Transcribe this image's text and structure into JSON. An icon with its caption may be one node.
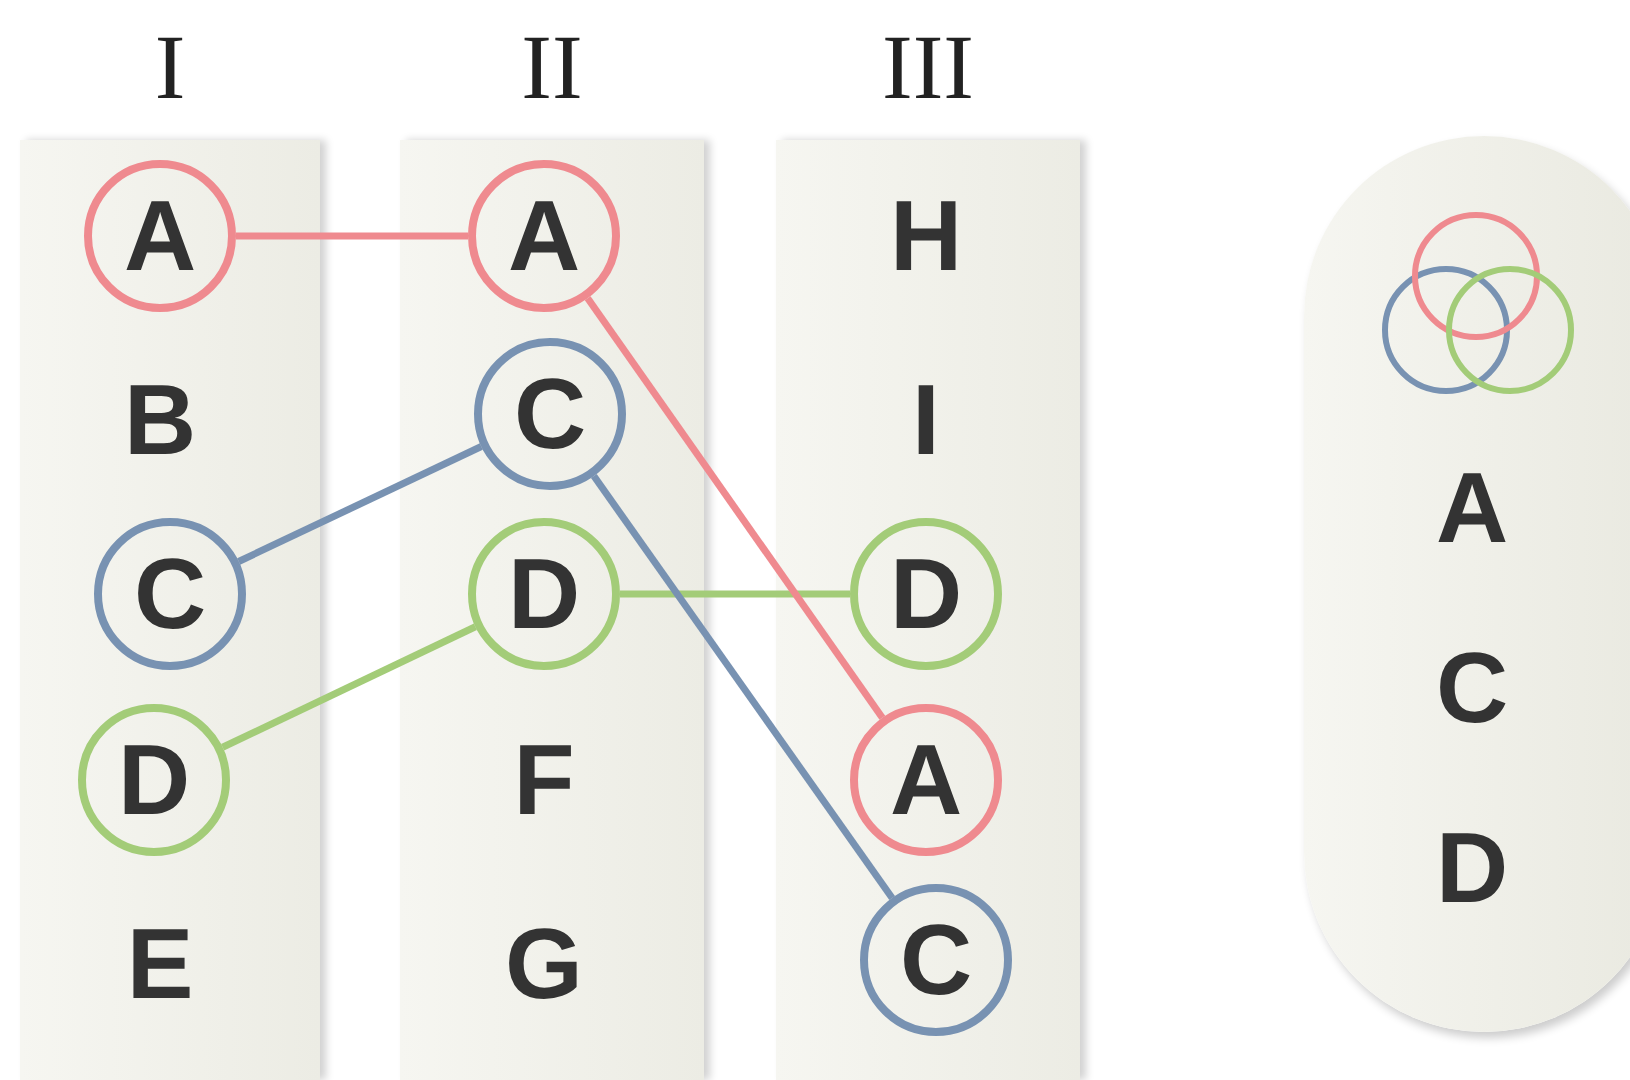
{
  "diagram": {
    "nodes": [
      {
        "text": [
          "I"
        ]
      },
      {
        "text": [
          "A"
        ],
        "in": 0
      },
      {
        "text": [
          "B"
        ],
        "in": 0
      },
      {
        "text": [
          "C"
        ],
        "in": 0
      },
      {
        "text": [
          "D"
        ],
        "in": 0
      },
      {
        "text": [
          "E"
        ],
        "in": 0
      },
      {
        "text": [
          "II"
        ]
      },
      {
        "text": [
          "A"
        ],
        "in": 6
      },
      {
        "text": [
          "C"
        ],
        "in": 6
      },
      {
        "text": [
          "D"
        ],
        "in": 6
      },
      {
        "text": [
          "F"
        ],
        "in": 6
      },
      {
        "text": [
          "G"
        ],
        "in": 6
      },
      {
        "text": [
          "III"
        ]
      },
      {
        "text": [
          "H"
        ],
        "in": 12
      },
      {
        "text": [
          "I"
        ],
        "in": 12
      },
      {
        "text": [
          "D"
        ],
        "in": 12
      },
      {
        "text": [
          "A"
        ],
        "in": 12
      },
      {
        "text": [
          "C"
        ],
        "in": 12
      },
      {
        "text": [
          "A",
          "C",
          "D"
        ]
      },
      {
        "text": [],
        "shape": "circle",
        "in": 18
      },
      {
        "text": [],
        "shape": "circle",
        "in": 18
      },
      {
        "text": [],
        "shape": "circle",
        "in": 18
      }
    ],
    "edges": [
      {
        "from": 1,
        "to": 7,
        "arrow": "none",
        "color": "#ef8a8f"
      },
      {
        "from": 3,
        "to": 8,
        "arrow": "none",
        "color": "#7892b2"
      },
      {
        "from": 4,
        "to": 9,
        "arrow": "none",
        "color": "#a3cc78"
      },
      {
        "from": 9,
        "to": 15,
        "arrow": "none",
        "color": "#a3cc78"
      },
      {
        "from": 7,
        "to": 16,
        "arrow": "none",
        "color": "#ef8a8f"
      },
      {
        "from": 8,
        "to": 17,
        "arrow": "none",
        "color": "#7892b2"
      }
    ]
  }
}
